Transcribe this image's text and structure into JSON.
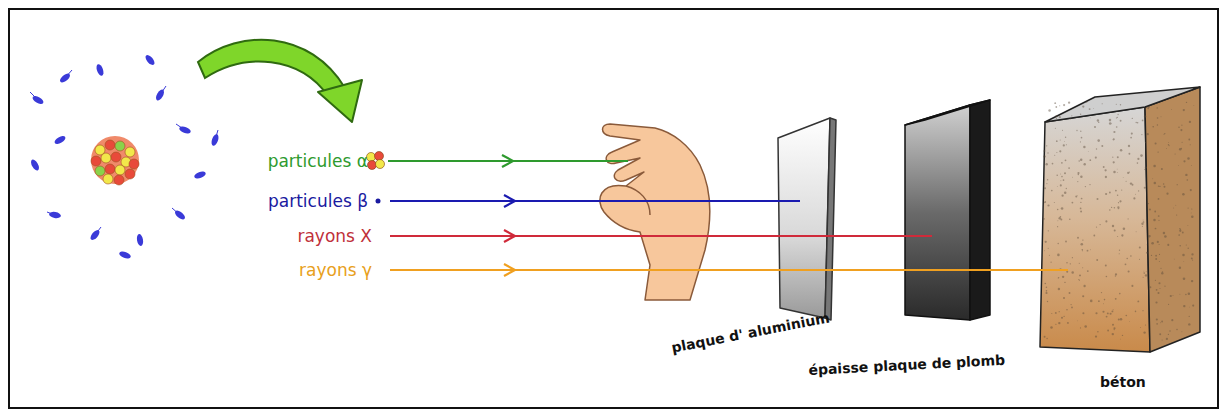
{
  "diagram": {
    "nodes": [
      {
        "text": [
          "plaque d' aluminium"
        ]
      },
      {
        "text": [
          "épaisse plaque de plomb"
        ]
      },
      {
        "text": [
          "béton"
        ]
      }
    ],
    "labels": [
      "particules α",
      "particules β",
      "rayons X",
      "rayons γ"
    ]
  }
}
